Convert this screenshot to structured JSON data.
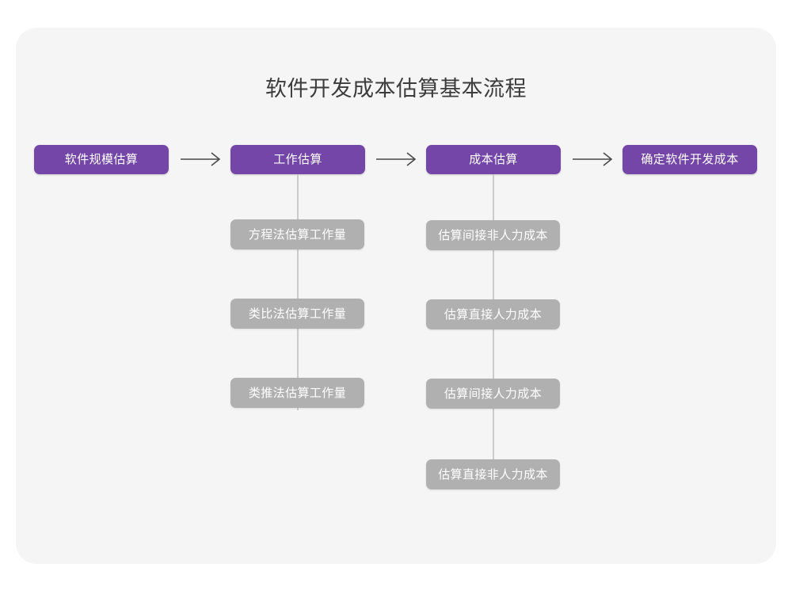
{
  "page": {
    "title": "软件开发成本估算基本流程",
    "background_color": "#ffffff",
    "card_color": "#f5f5f5"
  },
  "colors": {
    "primary": "#7446a8",
    "secondary": "#b0b0b0",
    "connector": "#cbcbcb",
    "arrow": "#4a4a4a",
    "title_text": "#3c3c3c",
    "node_text": "#ffffff"
  },
  "diagram": {
    "type": "flowchart",
    "main_flow": [
      {
        "id": "step1",
        "label": "软件规模估算"
      },
      {
        "id": "step2",
        "label": "工作估算"
      },
      {
        "id": "step3",
        "label": "成本估算"
      },
      {
        "id": "step4",
        "label": "确定软件开发成本"
      }
    ],
    "arrows": [
      {
        "id": "arrow1",
        "from": "step1",
        "to": "step2",
        "glyph": "arrow-right-icon"
      },
      {
        "id": "arrow2",
        "from": "step2",
        "to": "step3",
        "glyph": "arrow-right-icon"
      },
      {
        "id": "arrow3",
        "from": "step3",
        "to": "step4",
        "glyph": "arrow-right-icon"
      }
    ],
    "branches": [
      {
        "parent": "step2",
        "children": [
          {
            "id": "step2-sub1",
            "label": "方程法估算工作量"
          },
          {
            "id": "step2-sub2",
            "label": "类比法估算工作量"
          },
          {
            "id": "step2-sub3",
            "label": "类推法估算工作量"
          }
        ]
      },
      {
        "parent": "step3",
        "children": [
          {
            "id": "step3-sub1",
            "label": "估算间接非人力成本"
          },
          {
            "id": "step3-sub2",
            "label": "估算直接人力成本"
          },
          {
            "id": "step3-sub3",
            "label": "估算间接人力成本"
          },
          {
            "id": "step3-sub4",
            "label": "估算直接非人力成本"
          }
        ]
      }
    ]
  }
}
